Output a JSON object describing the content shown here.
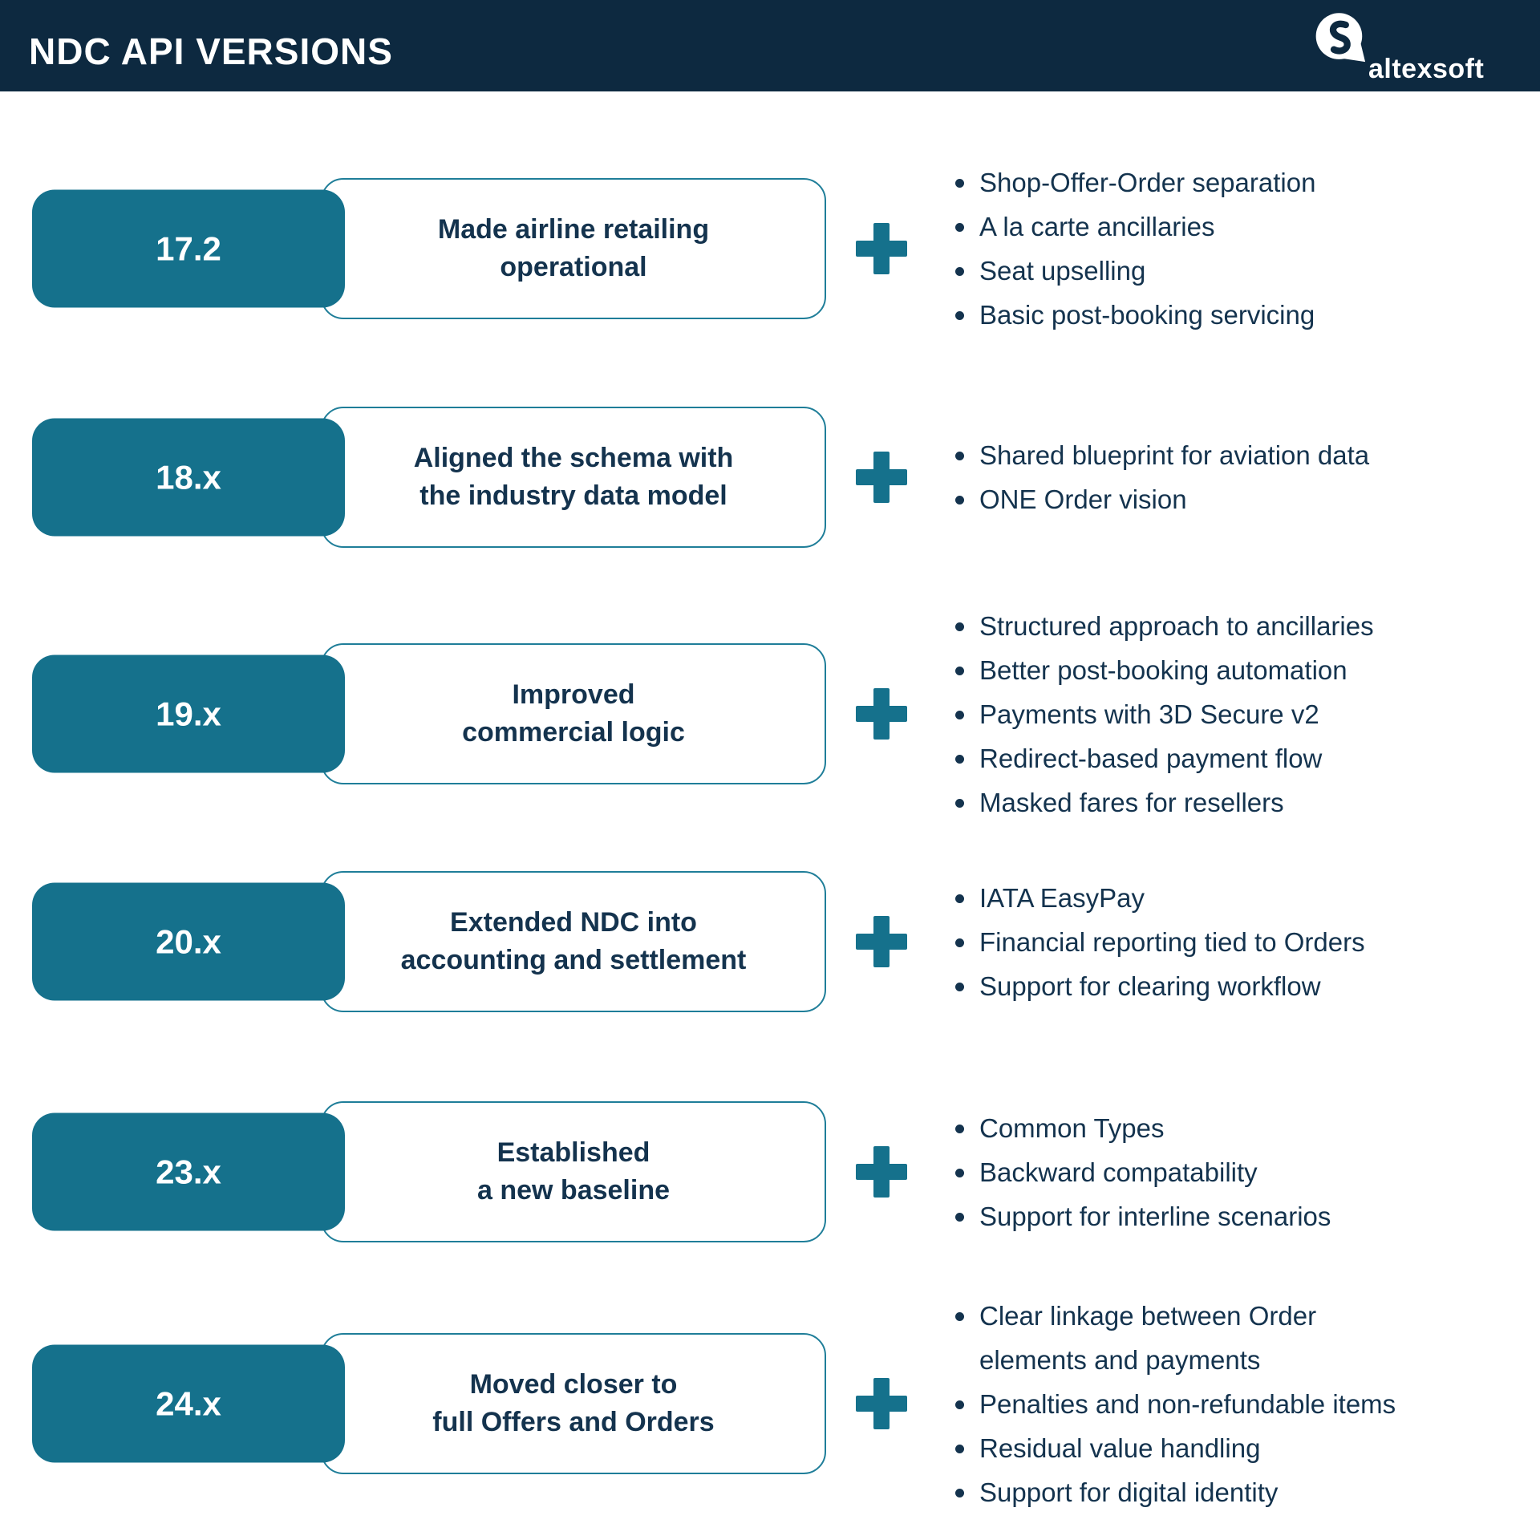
{
  "header": {
    "title": "NDC API VERSIONS",
    "brand": "altexsoft"
  },
  "colors": {
    "header_bg": "#0D2940",
    "teal": "#15718C",
    "box_border": "#1F7E99",
    "text_navy": "#14334E",
    "background": "#FFFFFF"
  },
  "rows": [
    {
      "version": "17.2",
      "summary": "Made airline retailing\noperational",
      "features": [
        "Shop-Offer-Order separation",
        "A la carte ancillaries",
        "Seat upselling",
        "Basic post-booking servicing"
      ]
    },
    {
      "version": "18.x",
      "summary": "Aligned the schema with\nthe industry data model",
      "features": [
        "Shared blueprint for aviation data",
        "ONE Order vision"
      ]
    },
    {
      "version": "19.x",
      "summary": "Improved\ncommercial logic",
      "features": [
        "Structured approach to ancillaries",
        "Better post-booking automation",
        "Payments with 3D Secure v2",
        "Redirect-based payment flow",
        "Masked fares for resellers"
      ]
    },
    {
      "version": "20.x",
      "summary": "Extended NDC into\naccounting and settlement",
      "features": [
        "IATA EasyPay",
        "Financial reporting tied to Orders",
        "Support for clearing workflow"
      ]
    },
    {
      "version": "23.x",
      "summary": "Established\na new baseline",
      "features": [
        "Common Types",
        "Backward compatability",
        "Support for interline scenarios"
      ]
    },
    {
      "version": "24.x",
      "summary": "Moved closer to\nfull Offers and Orders",
      "features": [
        "Clear linkage between Order\nelements and payments",
        "Penalties and non-refundable items",
        "Residual value handling",
        "Support for digital identity"
      ]
    }
  ]
}
